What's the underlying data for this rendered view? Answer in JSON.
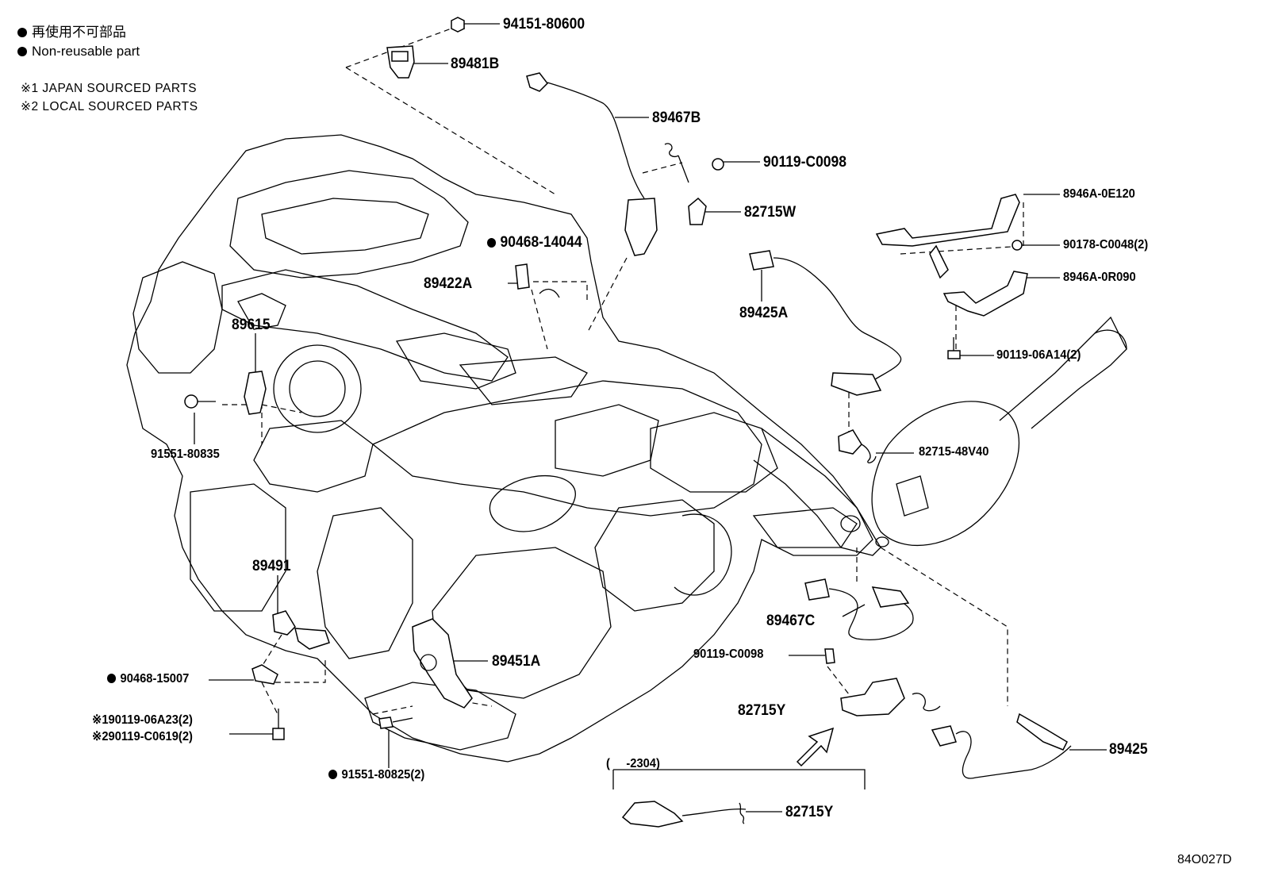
{
  "legend": {
    "non_reusable_ja": "再使用不可部品",
    "non_reusable_en": "Non-reusable part",
    "note1": "※1 JAPAN SOURCED PARTS",
    "note2": "※2 LOCAL SOURCED PARTS"
  },
  "parts": {
    "p94151_80600": "94151-80600",
    "p89481B": "89481B",
    "p89467B": "89467B",
    "p90119_C0098_top": "90119-C0098",
    "p82715W": "82715W",
    "p8946A_0E120": "8946A-0E120",
    "p90178_C0048": "90178-C0048(2)",
    "p8946A_0R090": "8946A-0R090",
    "p90119_06A14": "90119-06A14(2)",
    "p90468_14044": "90468-14044",
    "p89422A": "89422A",
    "p89425A": "89425A",
    "p89615": "89615",
    "p91551_80835": "91551-80835",
    "p82715_48V40": "82715-48V40",
    "p89491": "89491",
    "p89467C": "89467C",
    "p90119_C0098_low": "90119-C0098",
    "p89451A": "89451A",
    "p90468_15007": "90468-15007",
    "p82715Y_main": "82715Y",
    "p90119_06A23": "※190119-06A23(2)",
    "p90119_C0619": "※290119-C0619(2)",
    "p91551_80825": "91551-80825(2)",
    "p89425": "89425",
    "p2304": "(     -2304)",
    "p82715Y_alt": "82715Y"
  },
  "diagram_code": "84O027D"
}
